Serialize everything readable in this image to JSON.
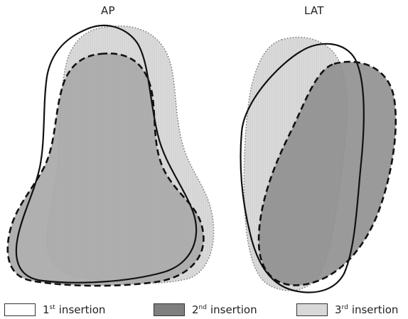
{
  "views": {
    "ap": {
      "label": "AP"
    },
    "lat": {
      "label": "LAT"
    }
  },
  "legend": [
    {
      "num": "1",
      "suffix": "st",
      "label": "insertion",
      "fill": "#ffffff"
    },
    {
      "num": "2",
      "suffix": "nd",
      "label": "insertion",
      "fill": "#7f7f7f"
    },
    {
      "num": "3",
      "suffix": "rd",
      "label": "insertion",
      "fill": "#d8d8d8"
    }
  ],
  "colors": {
    "second_fill": "#a9a9a9",
    "second_fill_lat": "#8f8f8f",
    "third_fill": "#d6d6d6",
    "outline": "#111111"
  }
}
